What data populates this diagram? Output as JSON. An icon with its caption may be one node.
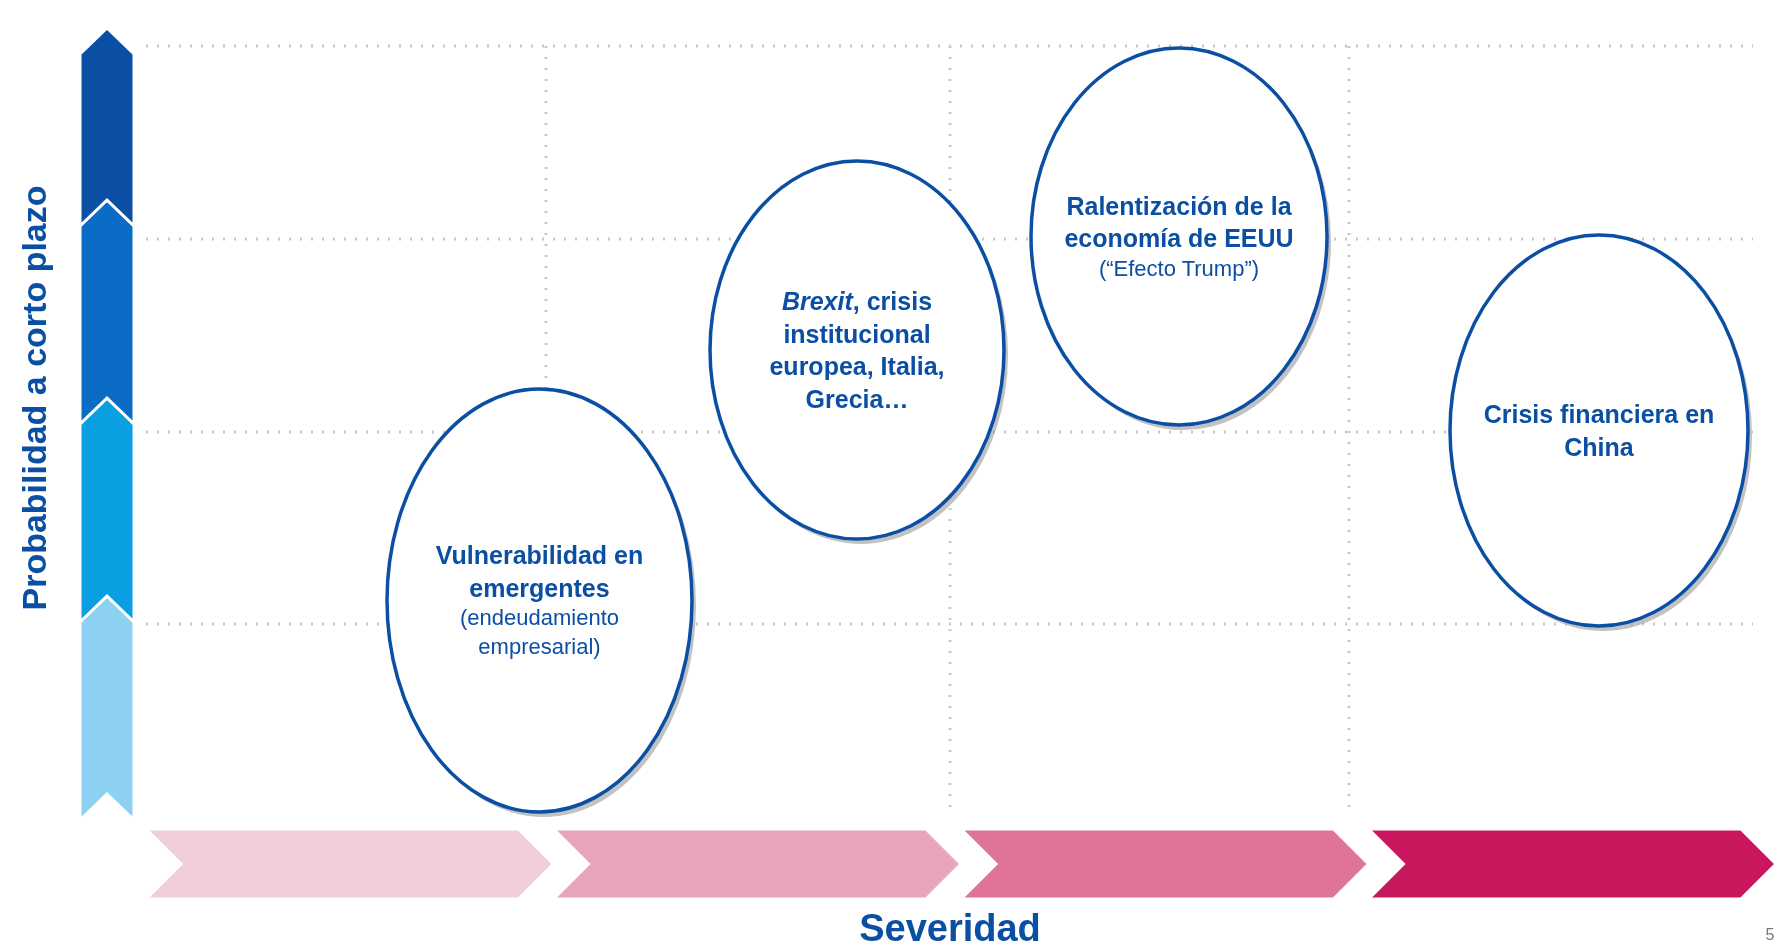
{
  "diagram": {
    "nodes": [
      {
        "text": [
          "Vulnerabilidad en emergentes",
          "(endeudamiento empresarial)"
        ]
      },
      {
        "text": [
          "*Brexit*, crisis institucional europea, Italia, Grecia…"
        ]
      },
      {
        "text": [
          "Ralentización de la economía de EEUU",
          "(“Efecto Trump”)"
        ]
      },
      {
        "text": [
          "Crisis financiera en China"
        ]
      }
    ],
    "edges": [],
    "labels": [
      "Probabilidad a corto plazo",
      "Severidad",
      "5"
    ]
  }
}
